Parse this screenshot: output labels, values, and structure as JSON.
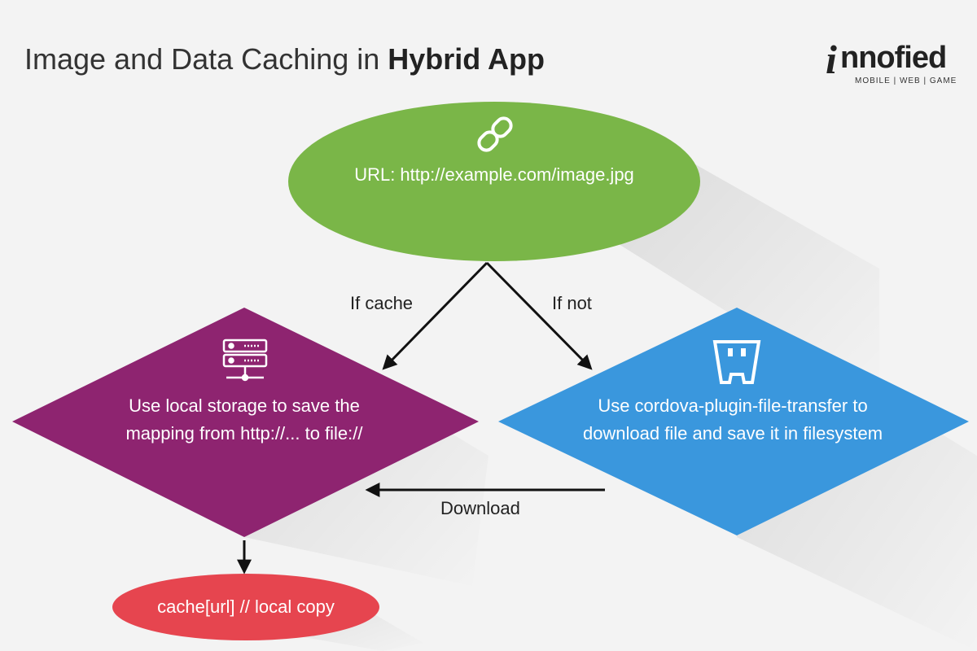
{
  "header": {
    "title_regular": "Image and Data Caching in ",
    "title_bold": "Hybrid App"
  },
  "logo": {
    "name": "nnofied",
    "initial": "i",
    "tagline": "MOBILE | WEB | GAME"
  },
  "nodes": {
    "url": {
      "text": "URL: http://example.com/image.jpg",
      "icon": "link-icon",
      "color": "#7ab648"
    },
    "local_storage": {
      "line1": "Use local storage to save the",
      "line2": "mapping from http://... to file://",
      "icon": "server-icon",
      "color": "#8e2470"
    },
    "file_transfer": {
      "line1": "Use cordova-plugin-file-transfer to",
      "line2": "download file and save it in filesystem",
      "icon": "cordova-icon",
      "color": "#3a97dd"
    },
    "cache": {
      "text": "cache[url] // local copy",
      "color": "#e6454f"
    }
  },
  "edges": {
    "if_cache": "If cache",
    "if_not": "If not",
    "download": "Download"
  }
}
